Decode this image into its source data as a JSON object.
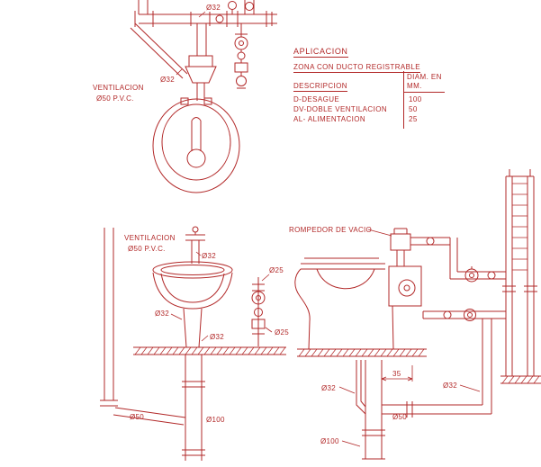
{
  "colors": {
    "ink": "#b22929",
    "background": "#ffffff"
  },
  "spec_table": {
    "title": "APLICACION",
    "subtitle": "ZONA CON DUCTO REGISTRABLE",
    "col_desc": "DESCRIPCION",
    "col_diam_1": "DIAM. EN",
    "col_diam_2": "MM.",
    "rows": [
      {
        "desc": "D-DESAGUE",
        "mm": "100"
      },
      {
        "desc": "DV-DOBLE VENTILACION",
        "mm": "50"
      },
      {
        "desc": "AL- ALIMENTACION",
        "mm": "25"
      }
    ]
  },
  "wc_front": {
    "vent_line1": "VENTILACION",
    "vent_line2": "Ø50 P.V.C.",
    "d32_supply": "Ø32",
    "d32_branch": "Ø32"
  },
  "lavatory": {
    "vent_line1": "VENTILACION",
    "vent_line2": "Ø50 P.V.C.",
    "d32_spout": "Ø32",
    "d32_trap": "Ø32",
    "d32_drain": "Ø32",
    "d25_supply_top": "Ø25",
    "d25_supply_bottom": "Ø25",
    "d50_branch": "Ø50",
    "d100_stack": "Ø100"
  },
  "wc_side": {
    "title": "ROMPEDOR DE VACIO",
    "dim_35": "35",
    "d32_vent": "Ø32",
    "d32_duct_pipe": "Ø32",
    "d50_branch": "Ø50",
    "d100_stack": "Ø100"
  }
}
